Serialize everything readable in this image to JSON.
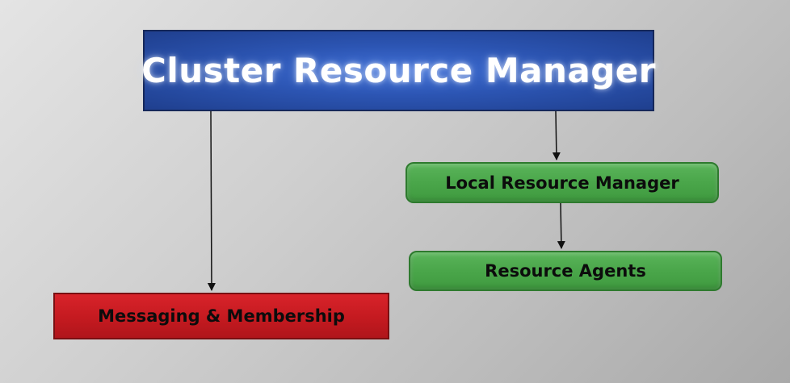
{
  "diagram": {
    "nodes": {
      "cluster_resource_manager": {
        "label": "Cluster Resource Manager",
        "color": "#2c55b3"
      },
      "local_resource_manager": {
        "label": "Local Resource Manager",
        "color": "#4aa64a"
      },
      "resource_agents": {
        "label": "Resource Agents",
        "color": "#4aa64a"
      },
      "messaging_membership": {
        "label": "Messaging & Membership",
        "color": "#c41a20"
      }
    },
    "edges": [
      {
        "from": "cluster_resource_manager",
        "to": "messaging_membership"
      },
      {
        "from": "cluster_resource_manager",
        "to": "local_resource_manager"
      },
      {
        "from": "local_resource_manager",
        "to": "resource_agents"
      }
    ]
  }
}
